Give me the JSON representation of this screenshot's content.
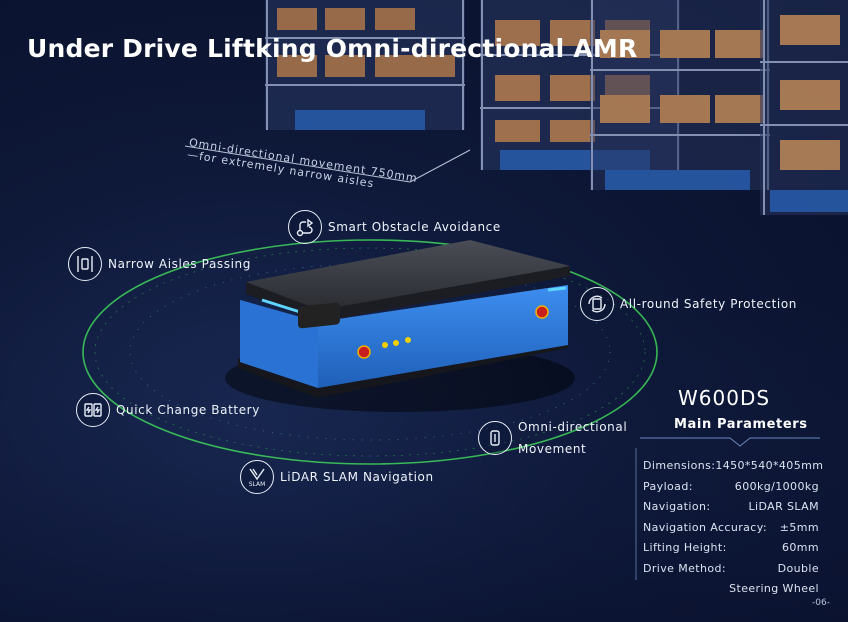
{
  "page": {
    "title": "Under Drive Liftking Omni-directional AMR",
    "page_number": "-06-"
  },
  "aisle_note": {
    "line1": "Omni-directional movement 750mm",
    "line2": "—for extremely narrow aisles"
  },
  "features": {
    "smart_obstacle": "Smart Obstacle Avoidance",
    "narrow_aisles": "Narrow Aisles Passing",
    "safety": "All-round Safety Protection",
    "battery": "Quick Change Battery",
    "omni_line1": "Omni-directional",
    "omni_line2": "Movement",
    "lidar": "LiDAR SLAM Navigation",
    "lidar_icon_text": "SLAM"
  },
  "product": {
    "model": "W600DS",
    "params_title": "Main Parameters",
    "params": [
      {
        "label": "Dimensions:",
        "value": "1450*540*405mm"
      },
      {
        "label": "Payload:",
        "value": "600kg/1000kg"
      },
      {
        "label": "Navigation:",
        "value": "LiDAR SLAM"
      },
      {
        "label": "Navigation Accuracy:",
        "value": "±5mm"
      },
      {
        "label": "Lifting Height:",
        "value": "60mm"
      },
      {
        "label": "Drive Method:",
        "value": "Double"
      },
      {
        "label": "",
        "value": "Steering Wheel"
      }
    ]
  },
  "colors": {
    "background": "#0e1838",
    "robot_blue": "#2f7fe0",
    "ring_green": "#3fd35a",
    "accent_cyan": "#5fd4ff"
  }
}
